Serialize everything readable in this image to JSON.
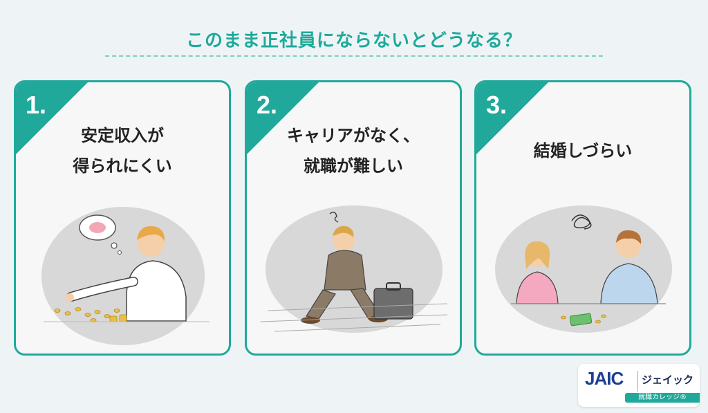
{
  "title": "このまま正社員にならないとどうなる？",
  "cards": [
    {
      "number": "1.",
      "line1": "安定収入が",
      "line2": "得られにくい"
    },
    {
      "number": "2.",
      "line1": "キャリアがなく、",
      "line2": "就職が難しい"
    },
    {
      "number": "3.",
      "line1": "結婚しづらい",
      "line2": ""
    }
  ],
  "logo": {
    "mark": "JAIC",
    "kana": "ジェイック",
    "sub": "就職カレッジ®"
  },
  "colors": {
    "accent": "#20a99a",
    "background": "#eef4f6",
    "card": "#f7f7f7"
  }
}
